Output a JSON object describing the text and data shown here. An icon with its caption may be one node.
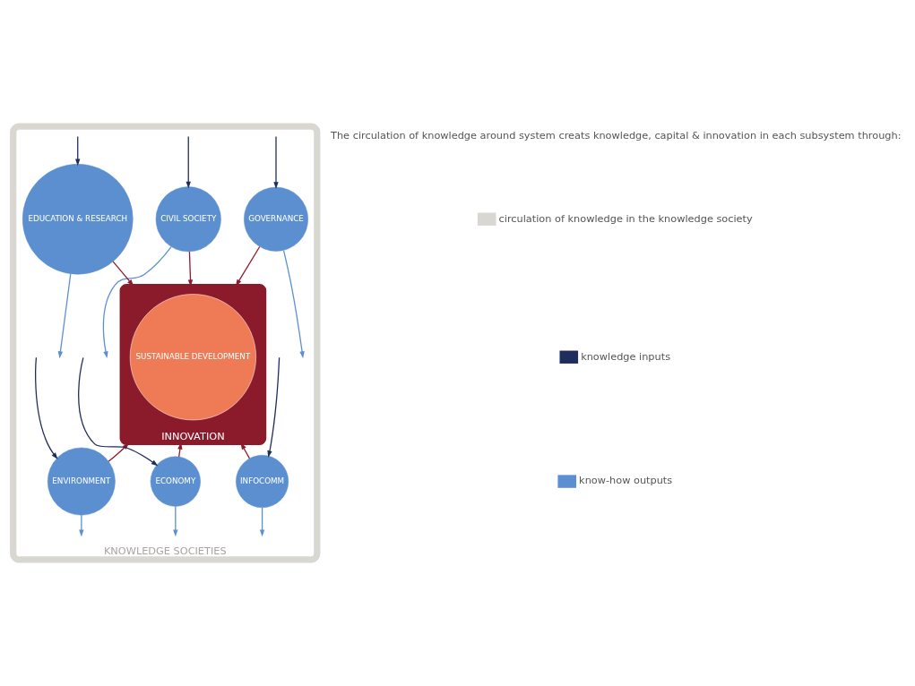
{
  "diagram": {
    "nodes": [
      {
        "text": [
          "KNOWLEDGE SOCIETIES"
        ]
      },
      {
        "text": [
          "GOVERNANCE"
        ],
        "in": 0
      },
      {
        "text": [
          "CIVIL SOCIETY"
        ],
        "in": 0
      },
      {
        "text": [
          "EDUCATION & RESEARCH"
        ],
        "in": 0
      },
      {
        "text": [
          "INNOVATION"
        ],
        "in": 0
      },
      {
        "text": [
          "SUSTAINABLE DEVELOPMENT"
        ],
        "in": 4
      },
      {
        "text": [
          "INFOCOMM"
        ],
        "in": 0
      },
      {
        "text": [
          "ECONOMY"
        ],
        "in": 0
      },
      {
        "text": [
          "ENVIRONMENT"
        ],
        "in": 0
      }
    ],
    "edges": [
      {
        "from": 1,
        "to": 4,
        "arrow": "to",
        "color": "#8b1a2b"
      },
      {
        "from": 2,
        "to": 4,
        "arrow": "to",
        "color": "#8b1a2b"
      },
      {
        "from": 3,
        "to": 4,
        "arrow": "to",
        "color": "#8b1a2b"
      },
      {
        "from": 6,
        "to": 4,
        "arrow": "to",
        "color": "#8b1a2b"
      },
      {
        "from": 7,
        "to": 4,
        "arrow": "to",
        "color": "#8b1a2b"
      },
      {
        "from": 8,
        "to": 4,
        "arrow": "to",
        "color": "#8b1a2b"
      },
      {
        "from": 1,
        "to": null,
        "arrow": "to",
        "color": "#5b8fd0"
      },
      {
        "from": null,
        "to": 1,
        "arrow": "to",
        "color": "#1f2d5c"
      },
      {
        "from": 2,
        "to": null,
        "arrow": "to",
        "color": "#5b8fd0"
      },
      {
        "from": null,
        "to": 2,
        "arrow": "to",
        "color": "#1f2d5c"
      },
      {
        "from": 3,
        "to": null,
        "arrow": "to",
        "color": "#5b8fd0"
      },
      {
        "from": null,
        "to": 3,
        "arrow": "to",
        "color": "#1f2d5c"
      },
      {
        "from": null,
        "to": 6,
        "arrow": "to",
        "color": "#1f2d5c"
      },
      {
        "from": 6,
        "to": null,
        "arrow": "to",
        "color": "#5b8fd0"
      },
      {
        "from": null,
        "to": 7,
        "arrow": "to",
        "color": "#1f2d5c"
      },
      {
        "from": 7,
        "to": null,
        "arrow": "to",
        "color": "#5b8fd0"
      },
      {
        "from": null,
        "to": 8,
        "arrow": "to",
        "color": "#1f2d5c"
      },
      {
        "from": 8,
        "to": null,
        "arrow": "to",
        "color": "#5b8fd0"
      }
    ],
    "labels": [
      "The circulation of knowledge around system creats knowledge, capital & innovation in each subsystem through:"
    ],
    "legend": [
      {
        "text": "circulation of knowledge in the knowledge society",
        "color": "#d9d7d2"
      },
      {
        "text": "knowledge inputs",
        "color": "#1f2d5c"
      },
      {
        "text": "know-how outputs",
        "color": "#5b8fd0"
      }
    ]
  }
}
